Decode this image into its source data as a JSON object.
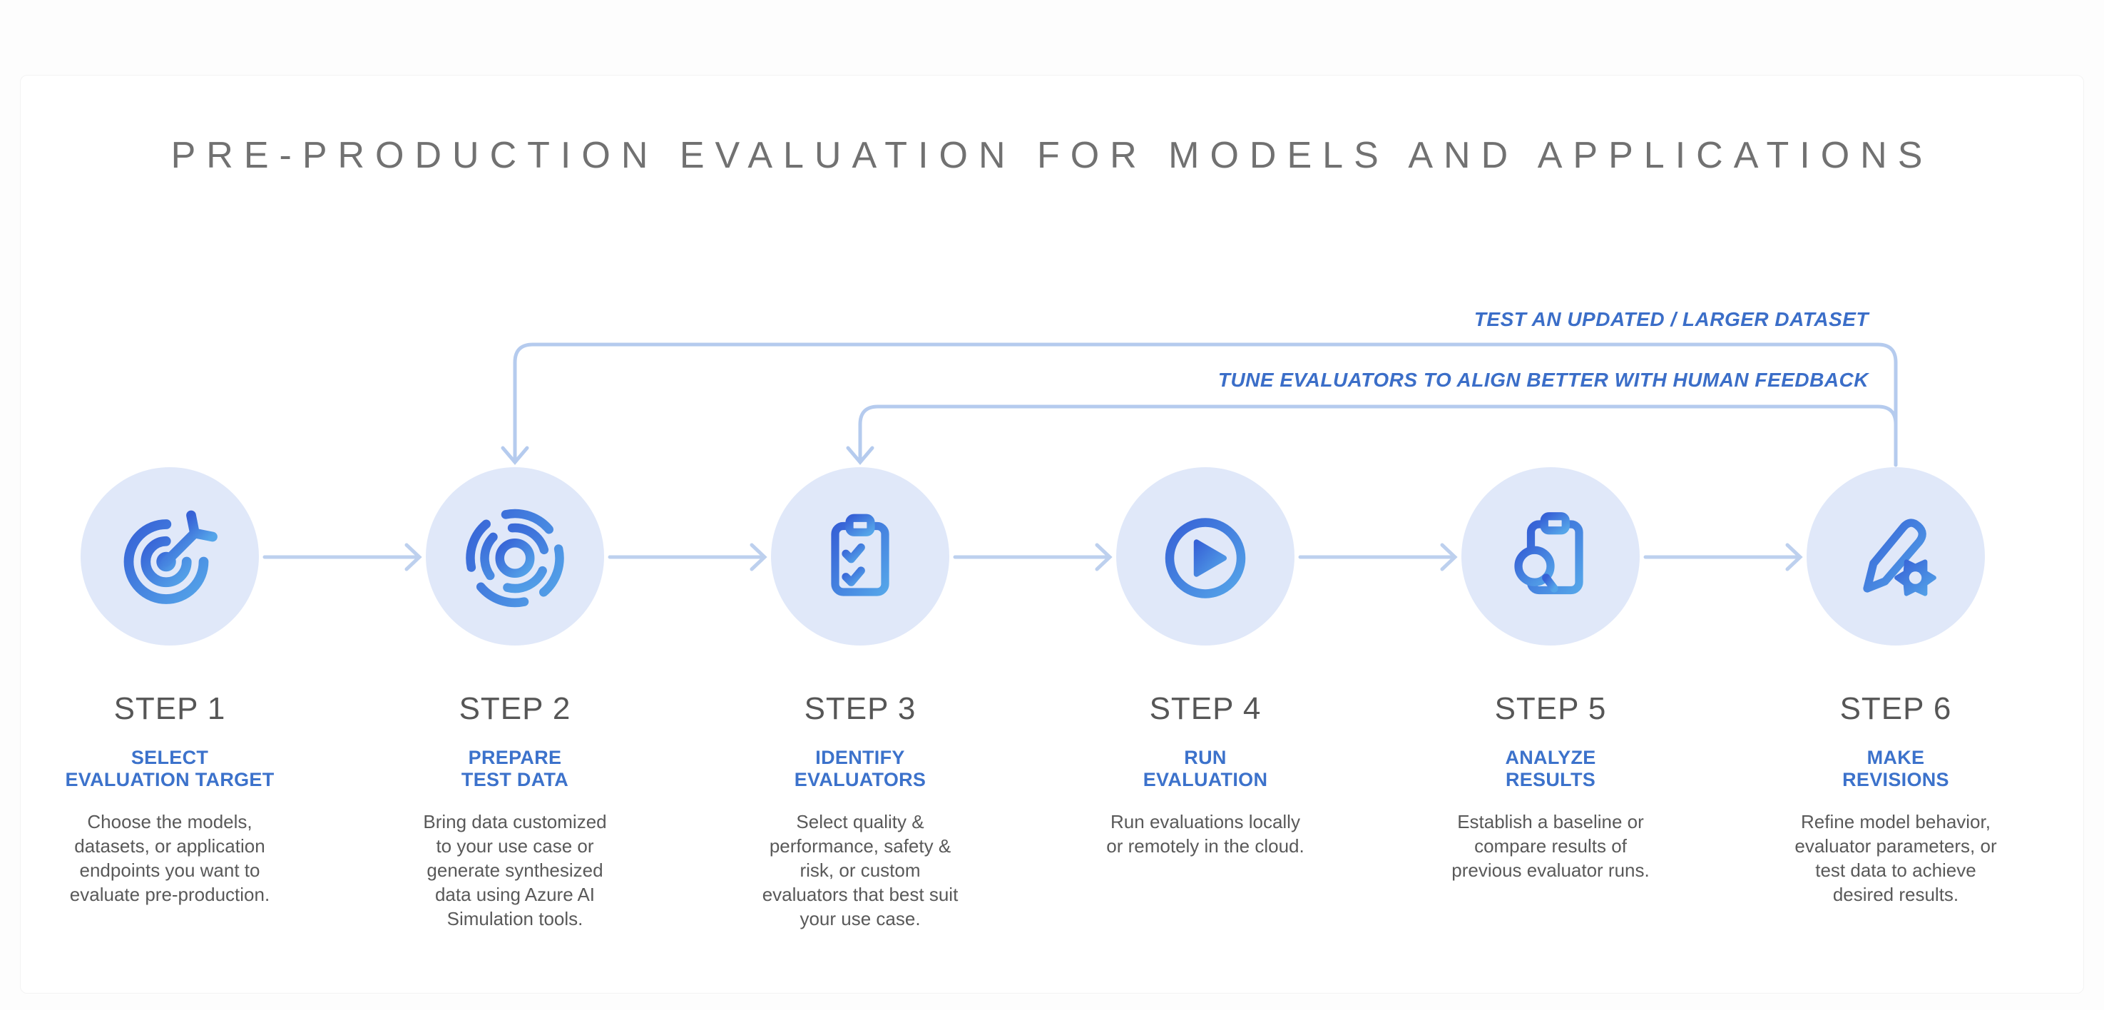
{
  "title": "PRE-PRODUCTION EVALUATION FOR MODELS AND APPLICATIONS",
  "feedback_loop": {
    "label_top": "TEST AN UPDATED / LARGER DATASET",
    "label_bottom": "TUNE EVALUATORS TO ALIGN BETTER WITH HUMAN FEEDBACK"
  },
  "steps": [
    {
      "number": "STEP 1",
      "subtitle": "SELECT\nEVALUATION TARGET",
      "description": "Choose the models,\ndatasets, or application\nendpoints you want to\nevaluate pre-production.",
      "icon": "target-arrow-icon"
    },
    {
      "number": "STEP 2",
      "subtitle": "PREPARE\nTEST DATA",
      "description": "Bring data customized\nto your use case or\ngenerate synthesized\ndata using Azure AI\nSimulation tools.",
      "icon": "data-pulse-icon"
    },
    {
      "number": "STEP 3",
      "subtitle": "IDENTIFY\nEVALUATORS",
      "description": "Select quality &\nperformance, safety &\nrisk, or custom\nevaluators that best suit\nyour use case.",
      "icon": "checklist-clipboard-icon"
    },
    {
      "number": "STEP 4",
      "subtitle": "RUN\nEVALUATION",
      "description": "Run evaluations locally\nor remotely in the cloud.",
      "icon": "play-circle-icon"
    },
    {
      "number": "STEP 5",
      "subtitle": "ANALYZE\nRESULTS",
      "description": "Establish a baseline or\ncompare results of\nprevious evaluator runs.",
      "icon": "clipboard-search-icon"
    },
    {
      "number": "STEP 6",
      "subtitle": "MAKE\nREVISIONS",
      "description": "Refine model behavior,\nevaluator parameters, or\ntest data to achieve\ndesired results.",
      "icon": "pencil-gear-icon"
    }
  ],
  "colors": {
    "title_gray": "#717171",
    "step_number_gray": "#565656",
    "body_text_gray": "#595959",
    "subtitle_blue": "#3c72cb",
    "loop_label_blue": "#3b6ec8",
    "line_light_blue": "#b5cbee",
    "connector_blue": "#bdd0ee",
    "circle_bg": "#e0e8f9",
    "icon_gradient_start": "#3661d6",
    "icon_gradient_end": "#55a5e9"
  }
}
